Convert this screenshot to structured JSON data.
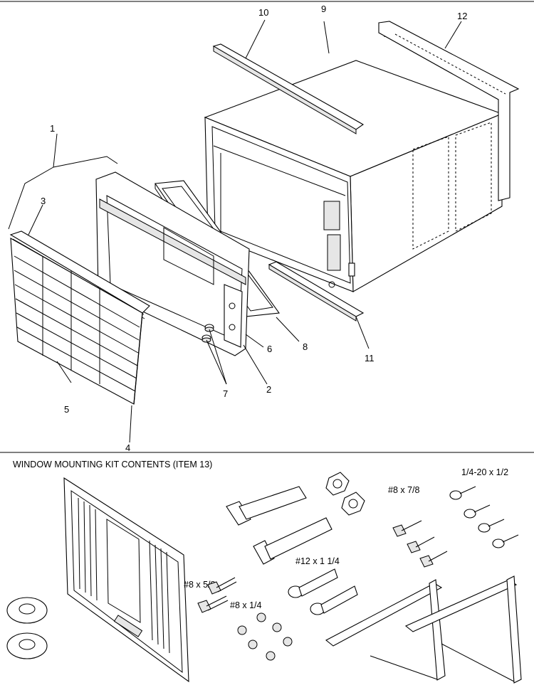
{
  "callouts": {
    "c1": "1",
    "c2": "2",
    "c3": "3",
    "c4": "4",
    "c5": "5",
    "c6": "6",
    "c7": "7",
    "c8": "8",
    "c9": "9",
    "c10": "10",
    "c11": "11",
    "c12": "12"
  },
  "kit": {
    "title": "WINDOW MOUNTING KIT CONTENTS (ITEM 13)",
    "screw_8x58": "#8 x 5/8",
    "screw_8x14": "#8 x 1/4",
    "screw_12x114": "#12 x 1 1/4",
    "screw_8x78": "#8 x 7/8",
    "screw_14_20x12": "1/4-20 x 1/2"
  }
}
